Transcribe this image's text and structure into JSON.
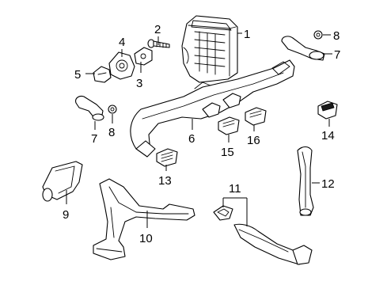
{
  "callouts": [
    {
      "id": "c1",
      "text": "1"
    },
    {
      "id": "c2",
      "text": "2"
    },
    {
      "id": "c3",
      "text": "3"
    },
    {
      "id": "c4",
      "text": "4"
    },
    {
      "id": "c5",
      "text": "5"
    },
    {
      "id": "c6",
      "text": "6"
    },
    {
      "id": "c7a",
      "text": "7"
    },
    {
      "id": "c7b",
      "text": "7"
    },
    {
      "id": "c8a",
      "text": "8"
    },
    {
      "id": "c8b",
      "text": "8"
    },
    {
      "id": "c9",
      "text": "9"
    },
    {
      "id": "c10",
      "text": "10"
    },
    {
      "id": "c11",
      "text": "11"
    },
    {
      "id": "c12",
      "text": "12"
    },
    {
      "id": "c13",
      "text": "13"
    },
    {
      "id": "c14",
      "text": "14"
    },
    {
      "id": "c15",
      "text": "15"
    },
    {
      "id": "c16",
      "text": "16"
    }
  ]
}
